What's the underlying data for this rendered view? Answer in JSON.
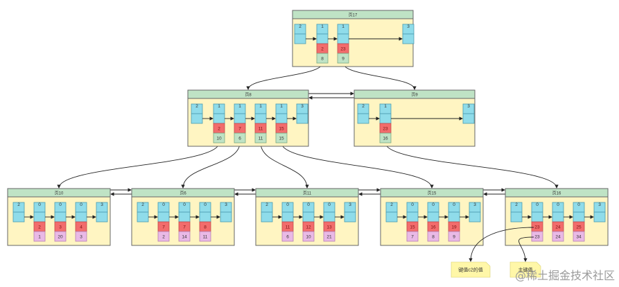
{
  "pages": [
    {
      "title": "页17",
      "cols": [
        {
          "top": "2",
          "kind": "start"
        },
        {
          "top": "1",
          "key": "2",
          "val": "8",
          "valkind": "green"
        },
        {
          "top": "1",
          "key": "23",
          "val": "9",
          "valkind": "green"
        },
        {
          "top": "3",
          "kind": "end"
        }
      ]
    },
    {
      "title": "页8",
      "cols": [
        {
          "top": "2",
          "kind": "start"
        },
        {
          "top": "1",
          "key": "2",
          "val": "10",
          "valkind": "green"
        },
        {
          "top": "1",
          "key": "7",
          "val": "6",
          "valkind": "green"
        },
        {
          "top": "1",
          "key": "11",
          "val": "11",
          "valkind": "green"
        },
        {
          "top": "1",
          "key": "15",
          "val": "15",
          "valkind": "green"
        },
        {
          "top": "3",
          "kind": "end"
        }
      ]
    },
    {
      "title": "页9",
      "cols": [
        {
          "top": "2",
          "kind": "start"
        },
        {
          "top": "1",
          "key": "23",
          "val": "16",
          "valkind": "green"
        },
        {
          "top": "3",
          "kind": "end"
        }
      ]
    },
    {
      "title": "页10",
      "cols": [
        {
          "top": "2",
          "kind": "start"
        },
        {
          "top": "0",
          "key": "2",
          "val": "1",
          "valkind": "pink"
        },
        {
          "top": "0",
          "key": "3",
          "val": "20",
          "valkind": "pink"
        },
        {
          "top": "0",
          "key": "4",
          "val": "3",
          "valkind": "pink"
        },
        {
          "top": "3",
          "kind": "end"
        }
      ]
    },
    {
      "title": "页6",
      "cols": [
        {
          "top": "2",
          "kind": "start"
        },
        {
          "top": "0",
          "key": "7",
          "val": "2",
          "valkind": "pink"
        },
        {
          "top": "0",
          "key": "7",
          "val": "14",
          "valkind": "pink"
        },
        {
          "top": "0",
          "key": "8",
          "val": "11",
          "valkind": "pink"
        },
        {
          "top": "3",
          "kind": "end"
        }
      ]
    },
    {
      "title": "页11",
      "cols": [
        {
          "top": "2",
          "kind": "start"
        },
        {
          "top": "0",
          "key": "11",
          "val": "6",
          "valkind": "pink"
        },
        {
          "top": "0",
          "key": "12",
          "val": "10",
          "valkind": "pink"
        },
        {
          "top": "0",
          "key": "13",
          "val": "21",
          "valkind": "pink"
        },
        {
          "top": "3",
          "kind": "end"
        }
      ]
    },
    {
      "title": "页15",
      "cols": [
        {
          "top": "2",
          "kind": "start"
        },
        {
          "top": "0",
          "key": "15",
          "val": "7",
          "valkind": "pink"
        },
        {
          "top": "0",
          "key": "16",
          "val": "8",
          "valkind": "pink"
        },
        {
          "top": "0",
          "key": "19",
          "val": "9",
          "valkind": "pink"
        },
        {
          "top": "3",
          "kind": "end"
        }
      ]
    },
    {
      "title": "页16",
      "cols": [
        {
          "top": "2",
          "kind": "start"
        },
        {
          "top": "0",
          "key": "23",
          "val": "23",
          "valkind": "pink"
        },
        {
          "top": "0",
          "key": "24",
          "val": "24",
          "valkind": "pink"
        },
        {
          "top": "0",
          "key": "25",
          "val": "34",
          "valkind": "pink"
        },
        {
          "top": "3",
          "kind": "end"
        }
      ]
    }
  ],
  "notes": [
    {
      "text": "键值c2的值"
    },
    {
      "text": "主键值"
    }
  ],
  "watermark": "@稀土掘金技术社区",
  "colors": {
    "page_body": "#fff5c2",
    "page_header": "#bfe3c5",
    "cell_blue": "#8fdcea",
    "cell_red": "#f26c6c",
    "cell_green": "#bfe3c5",
    "cell_pink": "#e9b9e6",
    "note": "#fff7a8"
  }
}
